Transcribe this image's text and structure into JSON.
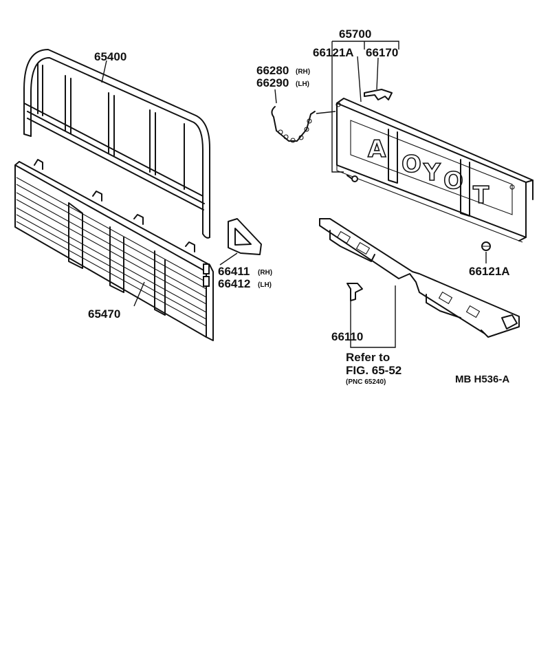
{
  "labels": {
    "rack": "65400",
    "gate_assy": "65700",
    "bolt_a_top": "66121A",
    "hinge": "66170",
    "chain_rh_no": "66280",
    "chain_rh_side": "(RH)",
    "chain_lh_no": "66290",
    "chain_lh_side": "(LH)",
    "bracket_rh_no": "66411",
    "bracket_rh_side": "(RH)",
    "bracket_lh_no": "66412",
    "bracket_lh_side": "(LH)",
    "side_panel": "65470",
    "bolt_a_bottom": "66121A",
    "clip": "66110",
    "refer_line1": "Refer to",
    "refer_line2": "FIG. 65-52",
    "refer_line3": "(PNC 65240)",
    "code": "MB  H536-A"
  },
  "tailgate_lettering": [
    "A",
    "O",
    "Y",
    "O",
    "T"
  ]
}
